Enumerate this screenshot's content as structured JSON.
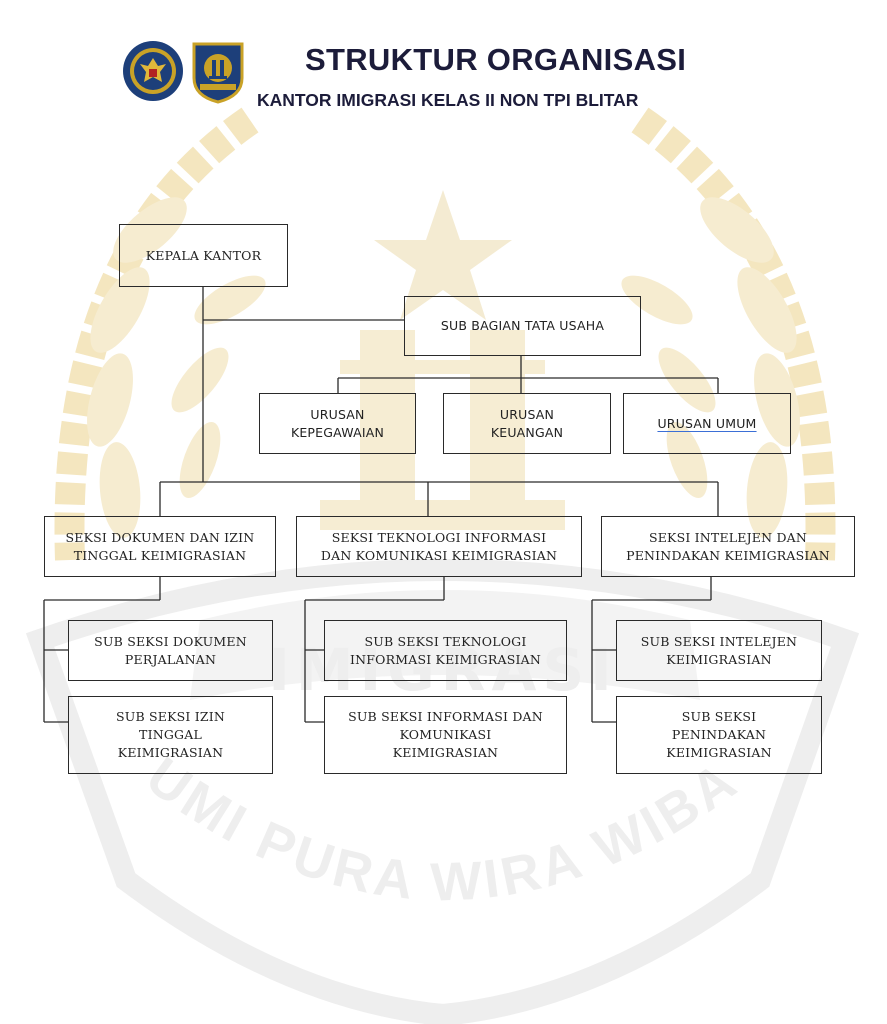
{
  "header": {
    "title": "STRUKTUR ORGANISASI",
    "subtitle": "KANTOR IMIGRASI KELAS II NON TPI BLITAR"
  },
  "logos": [
    {
      "name": "garuda-emblem",
      "color": "#1d3f7a"
    },
    {
      "name": "imigrasi-emblem",
      "color": "#1d3f7a"
    }
  ],
  "watermark": {
    "text_left": "BHUMI PURA",
    "text_right": "WIRA WIBAWA",
    "color": "#f3e2b2"
  },
  "org": {
    "kepala": "KEPALA KANTOR",
    "subbag": "SUB BAGIAN TATA USAHA",
    "urusan": [
      "URUSAN\nKEPEGAWAIAN",
      "URUSAN\nKEUANGAN",
      "URUSAN  UMUM"
    ],
    "seksi": [
      "SEKSI DOKUMEN DAN IZIN\nTINGGAL KEIMIGRASIAN",
      "SEKSI TEKNOLOGI INFORMASI\nDAN KOMUNIKASI KEIMIGRASIAN",
      "SEKSI INTELEJEN DAN\nPENINDAKAN KEIMIGRASIAN"
    ],
    "subseksi": [
      [
        "SUB SEKSI DOKUMEN\nPERJALANAN",
        "SUB SEKSI IZIN\nTINGGAL\nKEIMIGRASIAN"
      ],
      [
        "SUB SEKSI TEKNOLOGI\nINFORMASI KEIMIGRASIAN",
        "SUB SEKSI INFORMASI DAN\nKOMUNIKASI\nKEIMIGRASIAN"
      ],
      [
        "SUB SEKSI INTELEJEN\nKEIMIGRASIAN",
        "SUB SEKSI\nPENINDAKAN\nKEIMIGRASIAN"
      ]
    ]
  }
}
